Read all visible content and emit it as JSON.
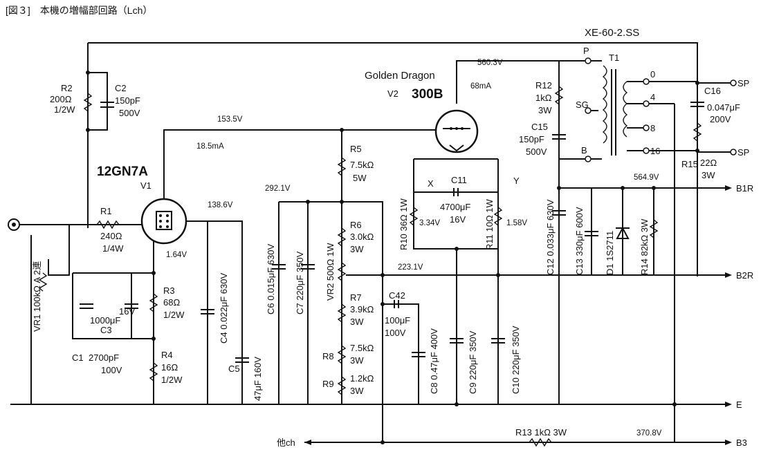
{
  "caption": "[図３]　本機の増幅部回路（Lch）",
  "transformer_model": "XE-60-2.SS",
  "tube_v1": {
    "type": "12GN7A",
    "ref": "V1"
  },
  "tube_v2": {
    "brand": "Golden Dragon",
    "ref": "V2",
    "type": "300B"
  },
  "voltages": {
    "v560": "560.3V",
    "i68": "68mA",
    "v153": "153.5V",
    "i18": "18.5mA",
    "v292": "292.1V",
    "v138": "138.6V",
    "v164": "1.64V",
    "v223": "223.1V",
    "v564": "564.9V",
    "v334": "3.34V",
    "v158": "1.58V",
    "v370": "370.8V"
  },
  "components": {
    "R1": [
      "R1",
      "240Ω",
      "1/4W"
    ],
    "R2": [
      "R2",
      "200Ω",
      "1/2W"
    ],
    "C2": [
      "C2",
      "150pF",
      "500V"
    ],
    "R3": [
      "R3",
      "68Ω",
      "1/2W"
    ],
    "R4": [
      "R4",
      "16Ω",
      "1/2W"
    ],
    "C3": [
      "C3",
      "1000μF",
      "16V"
    ],
    "C1": [
      "C1",
      "2700pF",
      "100V"
    ],
    "C4": "C4 0.022μF 630V",
    "C5": [
      "C5",
      "47μF 160V"
    ],
    "C6": "C6 0.015μF 630V",
    "C7": "C7 220μF  350V",
    "VR2": "VR2 500Ω 1W",
    "R5": [
      "R5",
      "7.5kΩ",
      "5W"
    ],
    "R6": [
      "R6",
      "3.0kΩ",
      "3W"
    ],
    "R7": [
      "R7",
      "3.9kΩ",
      "3W"
    ],
    "R8": [
      "R8",
      "7.5kΩ",
      "3W"
    ],
    "R9": [
      "R9",
      "1.2kΩ",
      "3W"
    ],
    "C42": [
      "C42",
      "100μF",
      "100V"
    ],
    "C8": "C8 0.47μF 400V",
    "C9": "C9 220μF  350V",
    "C10": "C10 220μF  350V",
    "C11": [
      "C11",
      "4700μF",
      "16V"
    ],
    "R10": "R10 36Ω 1W",
    "R11": "R11 10Ω 1W",
    "R12": [
      "R12",
      "1kΩ",
      "3W"
    ],
    "C15": [
      "C15",
      "150pF",
      "500V"
    ],
    "C12": "C12 0.033μF 630V",
    "C13": "C13 330μF 600V",
    "D1": "D1 1S2711",
    "R14": "R14 82kΩ 3W",
    "C16": [
      "C16",
      "0.047μF",
      "200V"
    ],
    "R15": [
      "R15",
      "22Ω",
      "3W"
    ],
    "R13": "R13 1kΩ 3W",
    "VR1": "VR1 100kΩ A 2連",
    "T1": "T1"
  },
  "terminals": {
    "P": "P",
    "SG": "SG",
    "B": "B",
    "t0": "0",
    "t4": "4",
    "t8": "8",
    "t16": "16",
    "sp1": "SP",
    "sp2": "SP",
    "b1r": "B1R",
    "b2r": "B2R",
    "e": "E",
    "b3": "B3",
    "other": "他ch",
    "x": "X",
    "y": "Y"
  }
}
